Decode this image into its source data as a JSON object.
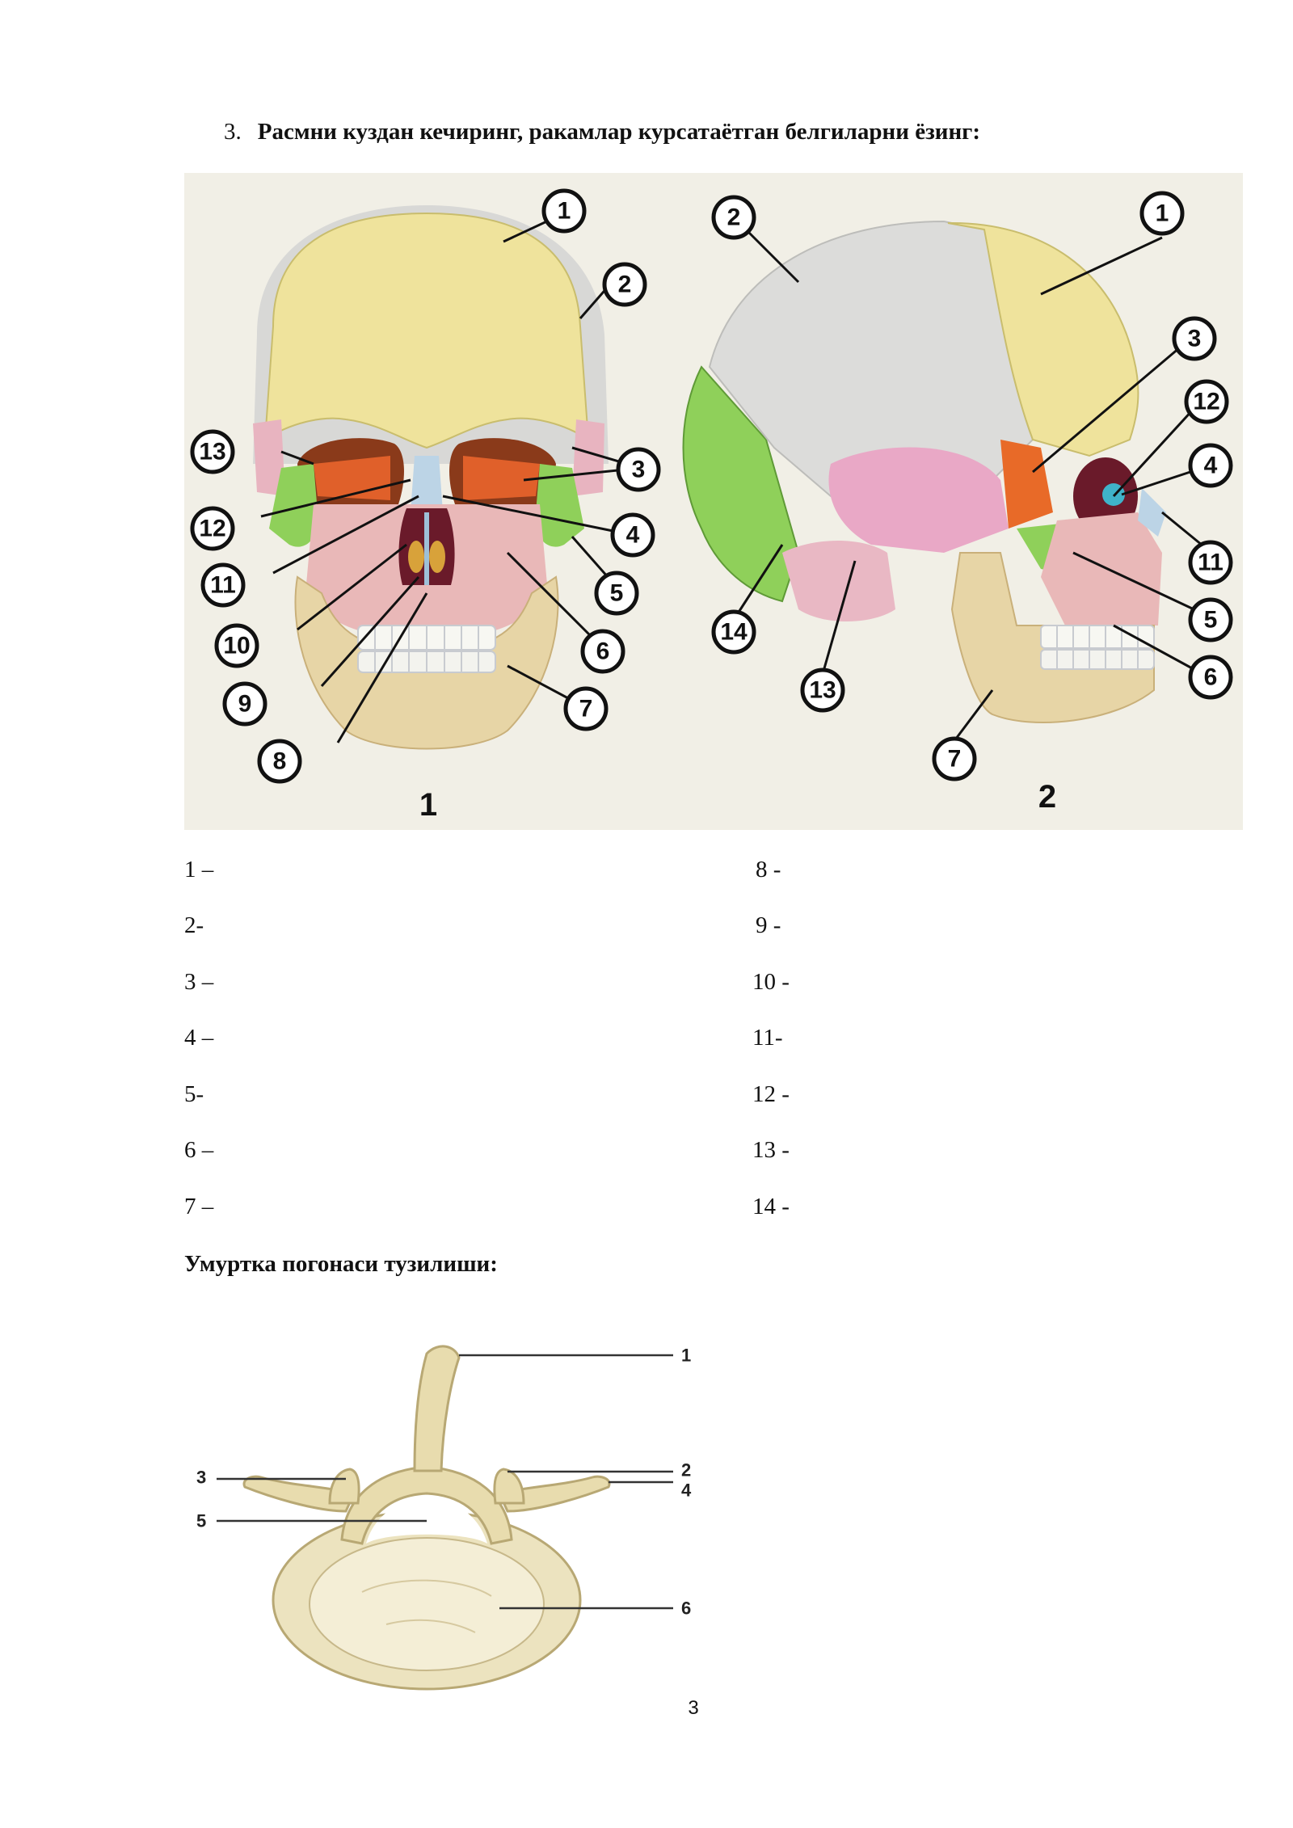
{
  "task": {
    "number": "3.",
    "text": "Расмни куздан кечиринг, ракамлар курсатаётган белгиларни ёзинг:"
  },
  "skull_figure": {
    "figure_labels": [
      "1",
      "2"
    ],
    "front_view_callouts": [
      "1",
      "2",
      "3",
      "4",
      "5",
      "6",
      "7",
      "8",
      "9",
      "10",
      "11",
      "12",
      "13"
    ],
    "side_view_callouts": [
      "1",
      "2",
      "3",
      "4",
      "5",
      "6",
      "7",
      "11",
      "12",
      "13",
      "14"
    ]
  },
  "answers": {
    "left": [
      "1 –",
      "2-",
      "3 –",
      "4 –",
      "5-",
      "6 –",
      "7 –"
    ],
    "right": [
      "8 -",
      "9 -",
      "10 -",
      "11-",
      "12 -",
      "13 -",
      "14 -"
    ]
  },
  "section": {
    "title": "Умуртка погонаси тузилиши:"
  },
  "vertebra_figure": {
    "callouts": [
      "1",
      "2",
      "3",
      "4",
      "5",
      "6"
    ]
  },
  "page": {
    "number": "3"
  }
}
